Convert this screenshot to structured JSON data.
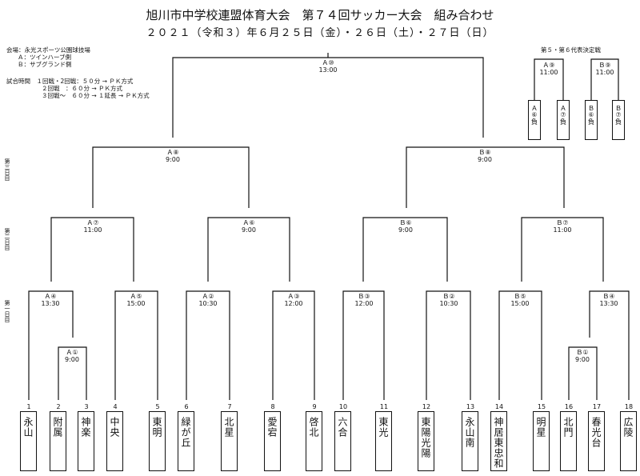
{
  "header": {
    "title": "旭川市中学校連盟体育大会　第７４回サッカー大会　組み合わせ",
    "subtitle": "２０２１（令和３）年６月２５日（金）・２６日（土）・２７日（日）"
  },
  "venue": {
    "line1": "会場：永光スポーツ公園球技場",
    "line2": "Ａ：ツインハーブ側",
    "line3": "Ｂ：サブグランド側"
  },
  "rules": {
    "line1": "試合時間　１回戦・2回戦：５０分 → ＰＫ方式",
    "line2": "２回戦　：６０分 → ＰＫ方式",
    "line3": "３回戦～　６０分 → １延長 → ＰＫ方式"
  },
  "placement": {
    "title": "第５・第６代表決定戦"
  },
  "day_labels": [
    "第三日目",
    "第二日目",
    "第一日目"
  ],
  "matches": {
    "final": {
      "label": "Ａ⑩",
      "time": "13:00"
    },
    "semi_l": {
      "label": "Ａ⑧",
      "time": "9:00"
    },
    "semi_r": {
      "label": "Ｂ⑧",
      "time": "9:00"
    },
    "q1": {
      "label": "Ａ⑦",
      "time": "11:00"
    },
    "q2": {
      "label": "Ａ⑥",
      "time": "9:00"
    },
    "q3": {
      "label": "Ｂ⑥",
      "time": "9:00"
    },
    "q4": {
      "label": "Ｂ⑦",
      "time": "11:00"
    },
    "r1": {
      "label": "Ａ④",
      "time": "13:30"
    },
    "r2": {
      "label": "Ａ⑤",
      "time": "15:00"
    },
    "r3": {
      "label": "Ａ②",
      "time": "10:30"
    },
    "r4": {
      "label": "Ａ③",
      "time": "12:00"
    },
    "r5": {
      "label": "Ｂ③",
      "time": "12:00"
    },
    "r6": {
      "label": "Ｂ②",
      "time": "10:30"
    },
    "r7": {
      "label": "Ｂ⑤",
      "time": "15:00"
    },
    "r8": {
      "label": "Ｂ④",
      "time": "13:30"
    },
    "p1": {
      "label": "Ａ①",
      "time": "9:00"
    },
    "p2": {
      "label": "Ｂ①",
      "time": "9:00"
    },
    "pa": {
      "label": "Ａ⑨",
      "time": "11:00"
    },
    "pb": {
      "label": "Ｂ⑨",
      "time": "11:00"
    }
  },
  "placement_slots": [
    "Ａ⑥負",
    "Ａ⑦負",
    "Ｂ⑥負",
    "Ｂ⑦負"
  ],
  "teams": [
    {
      "num": "1",
      "name": "永山"
    },
    {
      "num": "2",
      "name": "附属"
    },
    {
      "num": "3",
      "name": "神楽"
    },
    {
      "num": "4",
      "name": "中央"
    },
    {
      "num": "5",
      "name": "東明"
    },
    {
      "num": "6",
      "name": "緑が丘"
    },
    {
      "num": "7",
      "name": "北星"
    },
    {
      "num": "8",
      "name": "愛宕"
    },
    {
      "num": "9",
      "name": "啓北"
    },
    {
      "num": "10",
      "name": "六合"
    },
    {
      "num": "11",
      "name": "東光"
    },
    {
      "num": "12",
      "name": "東陽光陽"
    },
    {
      "num": "13",
      "name": "永山南"
    },
    {
      "num": "14",
      "name": "神居東忠和"
    },
    {
      "num": "15",
      "name": "明星"
    },
    {
      "num": "16",
      "name": "北門"
    },
    {
      "num": "17",
      "name": "春光台"
    },
    {
      "num": "18",
      "name": "広陵"
    }
  ]
}
